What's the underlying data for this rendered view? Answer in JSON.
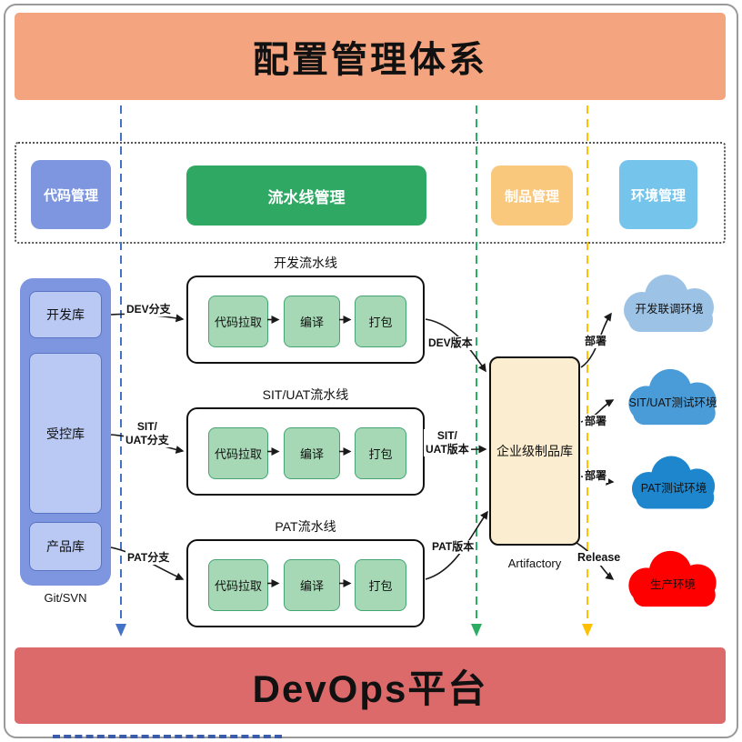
{
  "top_banner": {
    "title": "配置管理体系"
  },
  "bottom_banner": {
    "title": "DevOps平台"
  },
  "management_row": {
    "code": "代码管理",
    "pipeline": "流水线管理",
    "artifact": "制品管理",
    "environment": "环境管理"
  },
  "repo_group": {
    "items": [
      "开发库",
      "受控库",
      "产品库"
    ],
    "caption": "Git/SVN"
  },
  "pipelines": [
    {
      "title": "开发流水线",
      "steps": [
        "代码拉取",
        "编译",
        "打包"
      ],
      "branch_label": "DEV分支",
      "version_label": "DEV版本"
    },
    {
      "title": "SIT/UAT流水线",
      "steps": [
        "代码拉取",
        "编译",
        "打包"
      ],
      "branch_label": "SIT/\nUAT分支",
      "version_label": "SIT/\nUAT版本"
    },
    {
      "title": "PAT流水线",
      "steps": [
        "代码拉取",
        "编译",
        "打包"
      ],
      "branch_label": "PAT分支",
      "version_label": "PAT版本"
    }
  ],
  "artifact_repo": {
    "label": "企业级制品库",
    "caption": "Artifactory"
  },
  "environments": [
    {
      "label": "开发联调环境",
      "arrow_label": "部署",
      "color": "#9cc3e5"
    },
    {
      "label": "SIT/UAT测试环境",
      "arrow_label": "部署",
      "color": "#4a9cd9"
    },
    {
      "label": "PAT测试环境",
      "arrow_label": "部署",
      "color": "#1d86cc"
    },
    {
      "label": "生产环境",
      "arrow_label": "Release",
      "color": "#fe0000"
    }
  ],
  "colors": {
    "top_banner": "#f4a47e",
    "bottom_banner": "#dc6a6b",
    "code_mgmt": "#7d96df",
    "pipeline_mgmt": "#2fa863",
    "artifact_mgmt": "#fac87c",
    "env_mgmt": "#74c4ec",
    "repo_group": "#7d96df",
    "dashed_blue": "#4472c4",
    "dashed_green": "#2bad62",
    "dashed_orange": "#ffc000"
  }
}
